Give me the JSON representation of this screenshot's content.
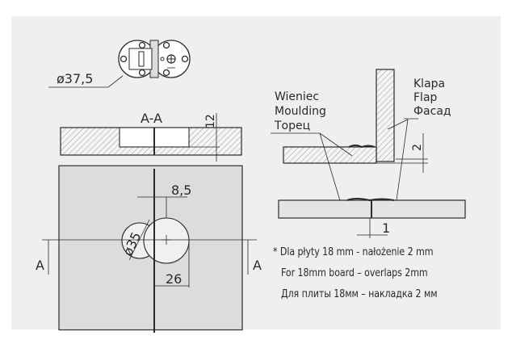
{
  "hinge_view": {
    "diameter_label": "ø37,5"
  },
  "section_view": {
    "title": "A-A",
    "depth_label": "12"
  },
  "plan_view": {
    "offset_label": "8,5",
    "hole_diameter_label": "ø35",
    "distance_label": "26",
    "section_marker_left": "A",
    "section_marker_right": "A"
  },
  "side_view": {
    "moulding_labels": [
      "Wieniec",
      "Moulding",
      "Торец"
    ],
    "flap_labels": [
      "Klapa",
      "Flap",
      "Фасад"
    ],
    "overlap_label": "2",
    "gap_label": "1"
  },
  "notes": [
    "* Dla płyty 18 mm - nałożenie 2 mm",
    "For 18mm board – overlaps 2mm",
    "Для плиты 18мм – накладка 2 мм"
  ],
  "colors": {
    "panel_bg": "#efefef",
    "board_fill": "#dcdcdc",
    "line": "#2a2a2a"
  }
}
